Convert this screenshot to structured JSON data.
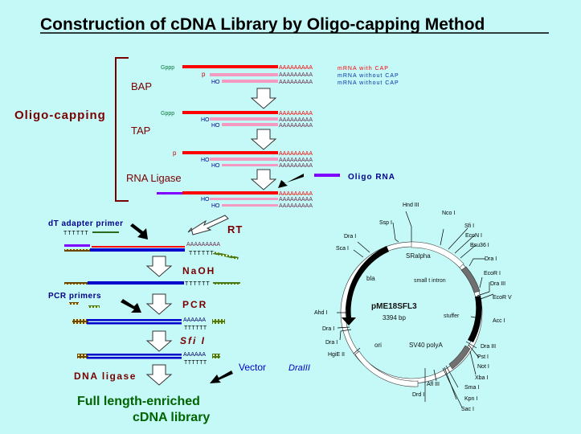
{
  "title": "Construction of cDNA Library by Oligo-capping Method",
  "colors": {
    "background": "#c5f9f7",
    "cap_rna": "#ff0000",
    "uncapped_rna": "#f49ac1",
    "oligo_rna": "#8000ff",
    "cdna": "#0000cc",
    "label_dark_red": "#7a0000",
    "label_blue": "#00008b",
    "label_green": "#006400",
    "adapter": "#6b4a00",
    "primer_green": "#4a7a1a",
    "gray_region": "#707070"
  },
  "oligo_capping": {
    "bracket_label": "Oligo-capping",
    "steps": [
      {
        "label": "BAP"
      },
      {
        "label": "TAP"
      },
      {
        "label": "RNA Ligase"
      }
    ],
    "stage1": {
      "strands": [
        {
          "end": "Gppp",
          "tail": "AAAAAAAAA",
          "type": "capped"
        },
        {
          "end": "p",
          "tail": "AAAAAAAAA",
          "type": "uncapped"
        },
        {
          "end": "HO",
          "tail": "AAAAAAAAA",
          "type": "uncapped"
        }
      ],
      "legend": [
        "mRNA with CAP",
        "mRNA without CAP",
        "mRNA without CAP"
      ]
    },
    "stage2": {
      "strands": [
        {
          "end": "Gppp",
          "tail": "AAAAAAAAA",
          "type": "capped"
        },
        {
          "end": "HO",
          "tail": "AAAAAAAAA",
          "type": "uncapped"
        },
        {
          "end": "HO",
          "tail": "AAAAAAAAA",
          "type": "uncapped"
        }
      ]
    },
    "stage3": {
      "strands": [
        {
          "end": "p",
          "tail": "AAAAAAAAA",
          "type": "capped"
        },
        {
          "end": "HO",
          "tail": "AAAAAAAAA",
          "type": "uncapped"
        },
        {
          "end": "HO",
          "tail": "AAAAAAAAA",
          "type": "uncapped"
        }
      ]
    },
    "oligo_rna_label": "Oligo RNA",
    "stage4": {
      "strands": [
        {
          "end": "",
          "tail": "AAAAAAAAA",
          "type": "ligated"
        },
        {
          "end": "HO",
          "tail": "AAAAAAAAA",
          "type": "uncapped"
        },
        {
          "end": "HO",
          "tail": "AAAAAAAAA",
          "type": "uncapped"
        }
      ]
    }
  },
  "cdna_synthesis": {
    "dt_adapter_label": "dT adapter primer",
    "dt_seq": "TTTTTT",
    "rt_label": "RT",
    "polyA": "AAAAAAAAA",
    "naoh_label": "NaOH",
    "pcr_primers_label": "PCR primers",
    "pcr_label": "PCR",
    "short_polyA": "AAAAAA",
    "sfi_label": "Sfi I",
    "dna_ligase_label": "DNA ligase",
    "vector_label": "Vector",
    "vector_enzyme": "DraIII",
    "result_line1": "Full length-enriched",
    "result_line2": "cDNA library"
  },
  "plasmid": {
    "name": "pME18SFL3",
    "size": "3394 bp",
    "regions": [
      "SRalpha",
      "small t intron",
      "stuffer",
      "SV40 polyA",
      "ori",
      "bla"
    ],
    "sites_top": [
      "Hnd III",
      "Nco I",
      "Ssp I",
      "Sfi I",
      "EcoN I",
      "Dra I",
      "Bsu36 I",
      "Sca I",
      "Dra I"
    ],
    "sites_right": [
      "EcoR I",
      "Dra III",
      "EcoR V",
      "Acc I",
      "Dra III",
      "Pst I",
      "Not I",
      "Xba I",
      "Sma I",
      "Kpn I",
      "Sac I"
    ],
    "sites_bottom": [
      "Afl III",
      "Drd I"
    ],
    "sites_left": [
      "Ahd I",
      "Dra I",
      "Dra I",
      "HgiE II"
    ]
  }
}
